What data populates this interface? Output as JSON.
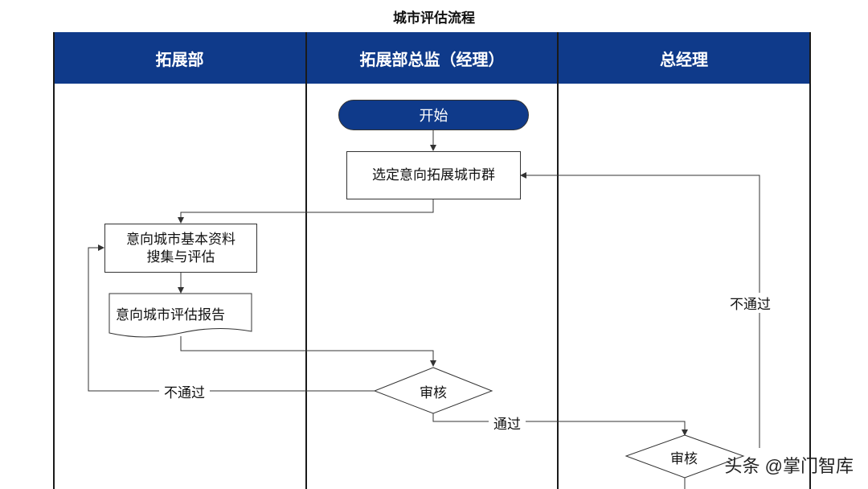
{
  "title": "城市评估流程",
  "lanes": [
    {
      "label": "拓展部"
    },
    {
      "label": "拓展部总监（经理）"
    },
    {
      "label": "总经理"
    }
  ],
  "nodes": {
    "start": "开始",
    "select_cities": "选定意向拓展城市群",
    "collect_info_line1": "意向城市基本资料",
    "collect_info_line2": "搜集与评估",
    "report": "意向城市评估报告",
    "review_director": "审核",
    "review_gm": "审核"
  },
  "edge_labels": {
    "reject_director": "不通过",
    "pass_director": "通过",
    "reject_gm": "不通过"
  },
  "watermark": "头条 @掌门智库",
  "colors": {
    "header": "#0f3a8a",
    "text_on_header": "#ffffff",
    "line": "#333333"
  }
}
